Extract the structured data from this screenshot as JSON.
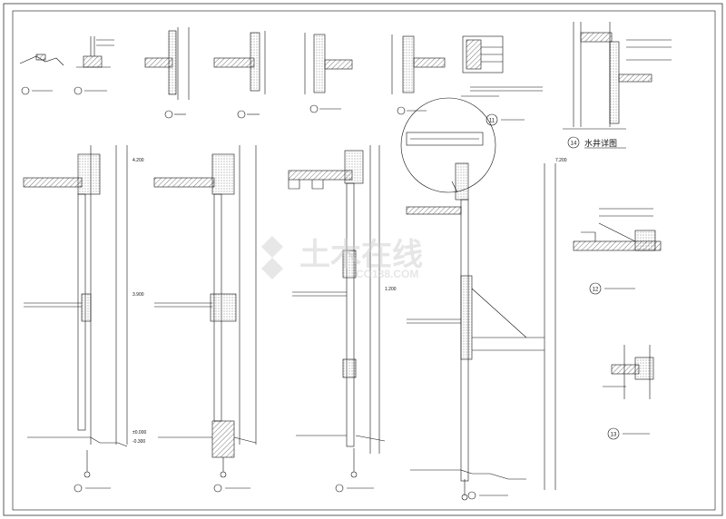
{
  "sheet": {
    "background": "#ffffff",
    "line_color": "#111111",
    "hatch_color": "#777777",
    "watermark_color": "#d9d9d9"
  },
  "watermark": {
    "text": "土木在线",
    "subtext": "CO188.COM"
  },
  "callouts": {
    "c14_title": "水井详图",
    "c14_number": "14",
    "c11_number": "11",
    "c12_number": "12",
    "c13_number": "13"
  },
  "elevations": {
    "e1": "4.200",
    "e2": "3.900",
    "e3": "±0.000",
    "e4": "-0.300",
    "e5": "7.200",
    "e6": "1.200"
  }
}
